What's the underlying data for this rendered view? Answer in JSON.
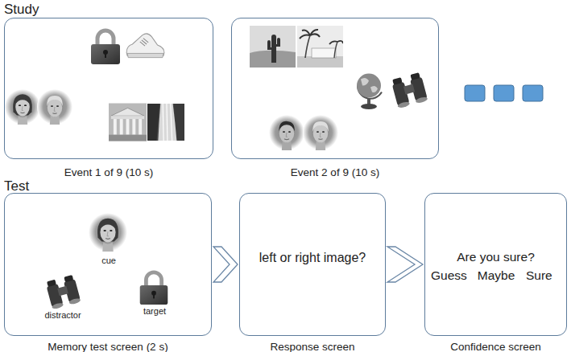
{
  "diagram": {
    "nodes": [
      {
        "text": [
          "Event 1 of 9 (10 s)"
        ]
      },
      {
        "text": [
          "Event 2 of 9 (10 s)"
        ]
      },
      {
        "text": [
          "cue",
          "distractor",
          "target",
          "Memory test screen (2 s)"
        ]
      },
      {
        "text": [
          "left or right image?",
          "Response screen"
        ]
      },
      {
        "text": [
          "Are you sure?",
          "Guess",
          "Maybe",
          "Sure",
          "Confidence screen"
        ]
      }
    ],
    "edges": [
      {
        "from": 2,
        "to": 3,
        "arrow": "to"
      },
      {
        "from": 3,
        "to": 4,
        "arrow": "to"
      }
    ],
    "labels": [
      "Study",
      "Test"
    ]
  }
}
